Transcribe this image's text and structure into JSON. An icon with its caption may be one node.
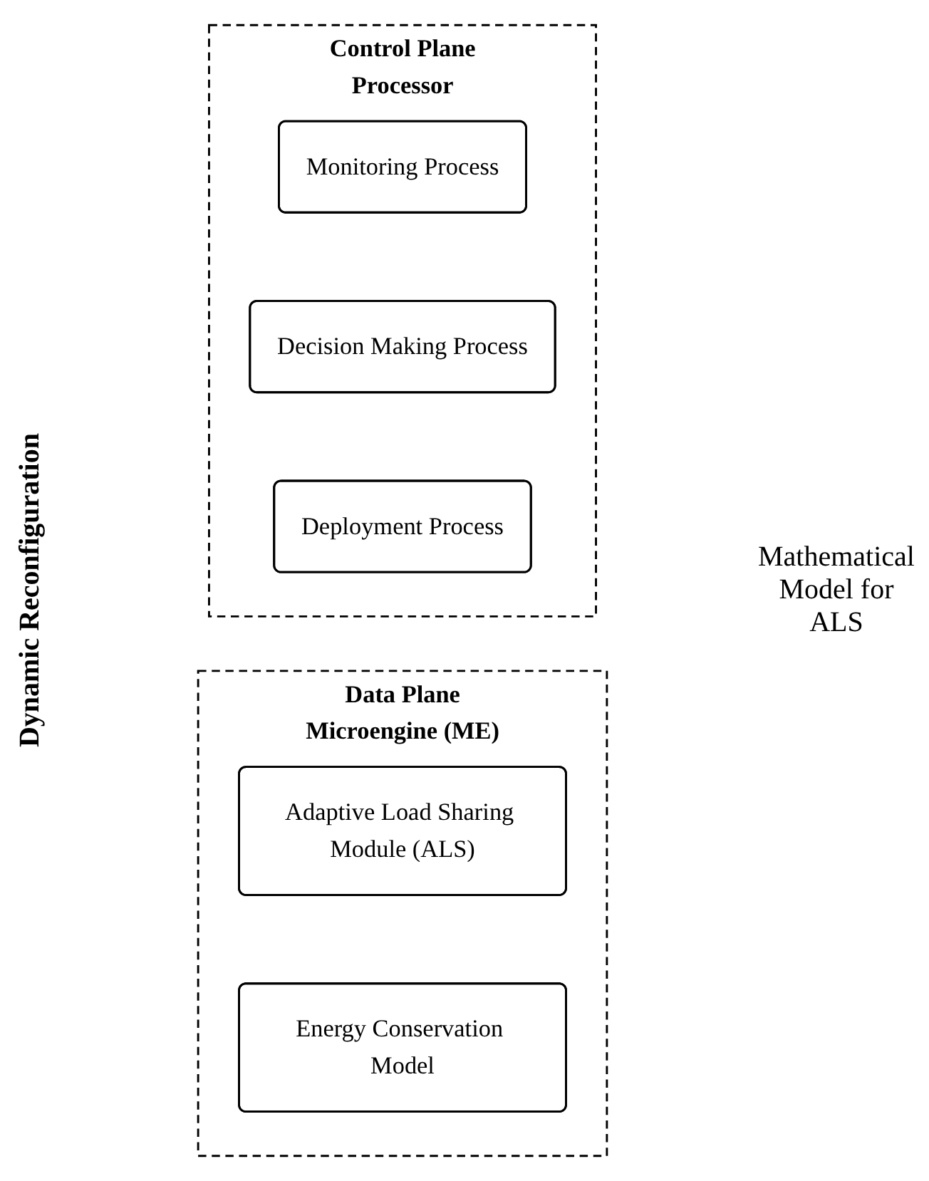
{
  "diagram": {
    "nodes": [
      {
        "text": [
          "Control Plane",
          "Processor"
        ]
      },
      {
        "text": [
          "Monitoring Process"
        ],
        "in": 0
      },
      {
        "text": [
          "Decision Making Process"
        ],
        "in": 0
      },
      {
        "text": [
          "Deployment Process"
        ],
        "in": 0
      },
      {
        "text": [
          "Data Plane",
          "Microengine (ME)"
        ]
      },
      {
        "text": [
          "Adaptive Load Sharing Module (ALS)"
        ],
        "in": 4
      },
      {
        "text": [
          "Energy Conservation Model"
        ],
        "in": 4
      }
    ],
    "edges": [],
    "labels": [
      "Dynamic Reconfiguration",
      "Mathematical Model for ALS"
    ]
  }
}
